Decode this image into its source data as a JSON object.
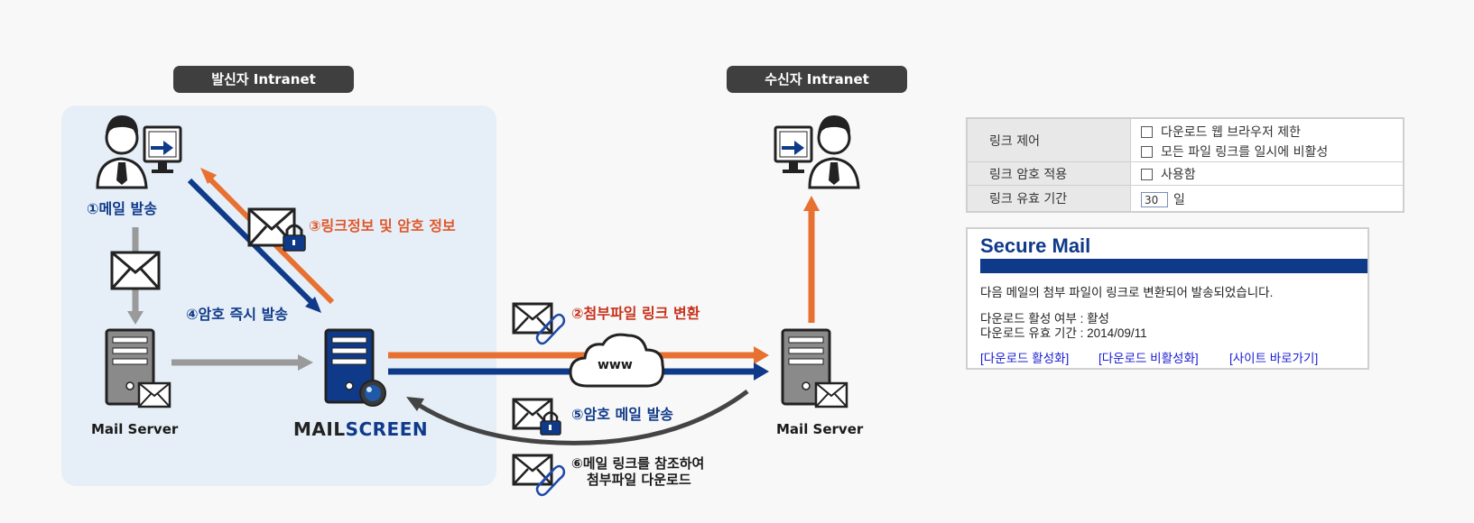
{
  "sender_intranet": "발신자 Intranet",
  "receiver_intranet": "수신자 Intranet",
  "steps": {
    "s1": "①메일 발송",
    "s2": "②첨부파일 링크 변환",
    "s3": "③링크정보 및 암호 정보",
    "s4": "④암호 즉시 발송",
    "s5": "⑤암호 메일 발송",
    "s6_line1": "⑥메일 링크를 참조하여",
    "s6_line2": "첨부파일 다운로드"
  },
  "mail_server_sender": "Mail Server",
  "mail_server_receiver": "Mail Server",
  "brand": {
    "part1": "MAIL",
    "part2": "SCREEN"
  },
  "cloud_label": "www",
  "settings": {
    "rows": [
      {
        "label": "링크 제어",
        "options": [
          "다운로드 웹 브라우저 제한",
          "모든 파일 링크를 일시에 비활성"
        ]
      },
      {
        "label": "링크 암호 적용",
        "options": [
          "사용함"
        ]
      },
      {
        "label": "링크 유효 기간",
        "value": "30",
        "unit": "일"
      }
    ]
  },
  "secure_mail": {
    "title": "Secure Mail",
    "message": "다음 메일의 첨부 파일이 링크로 변환되어 발송되었습니다.",
    "status": "다운로드 활성 여부 : 활성",
    "expiry": "다운로드 유효 기간 : 2014/09/11",
    "links": [
      "[다운로드 활성화]",
      "[다운로드 비활성화]",
      "[사이트 바로가기]"
    ]
  },
  "colors": {
    "blue": "#0f3a8a",
    "orange": "#e87030",
    "gray": "#999999",
    "panel": "#e6eff7"
  }
}
